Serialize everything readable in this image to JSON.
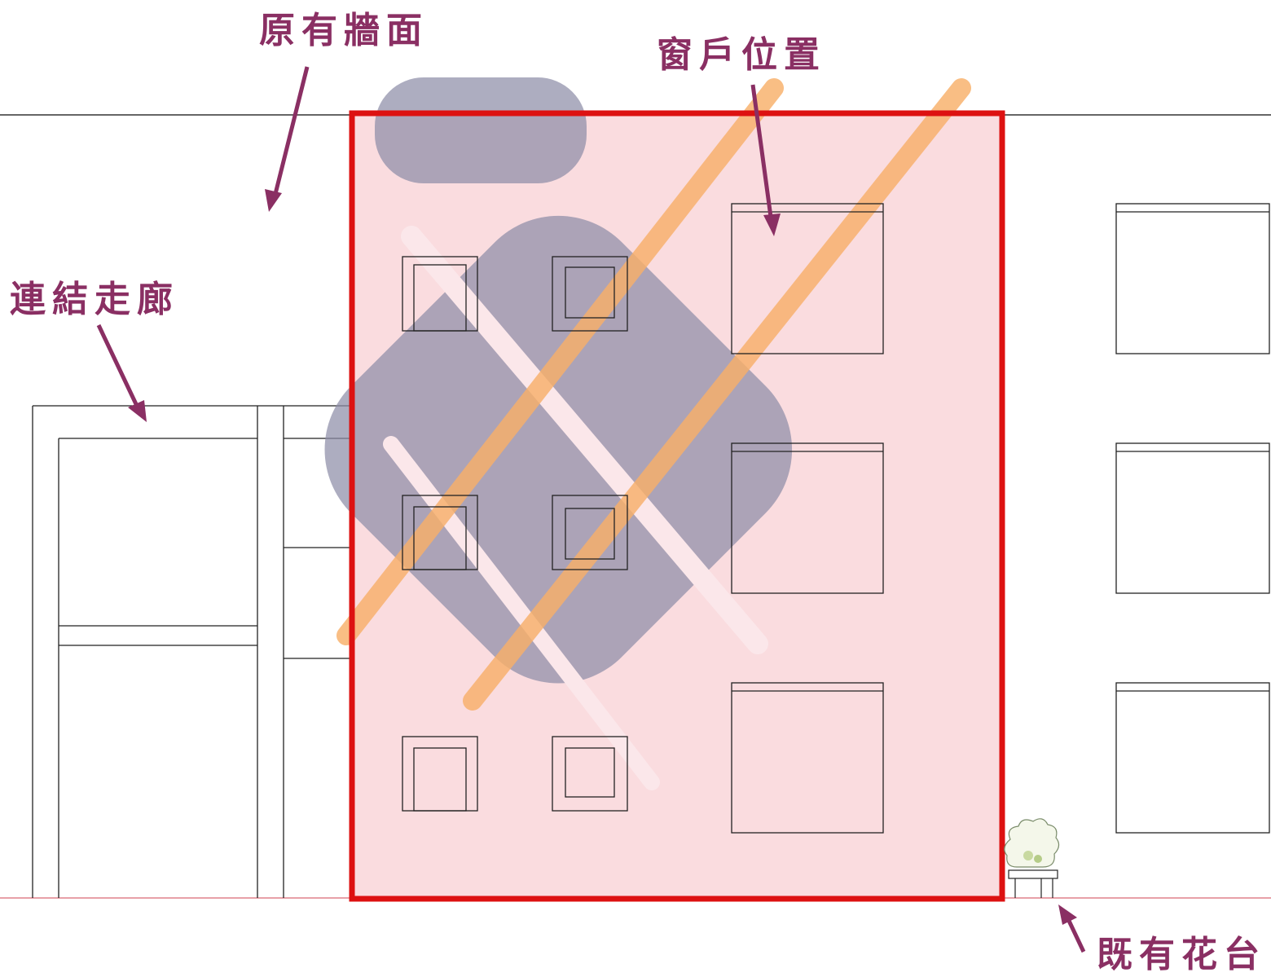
{
  "labels": {
    "original_wall": "原有牆面",
    "window_position": "窗戶位置",
    "connecting_corridor": "連結走廊",
    "existing_planter": "既有花台"
  },
  "colors": {
    "annotation": "#8a2f63",
    "highlight_border": "#dd1111",
    "highlight_fill": "#fadcdf",
    "ground_line": "#e8a0a8",
    "watermark_gray": "#8d8da8",
    "watermark_orange": "#f8b06a",
    "drawing_line": "#222222"
  }
}
